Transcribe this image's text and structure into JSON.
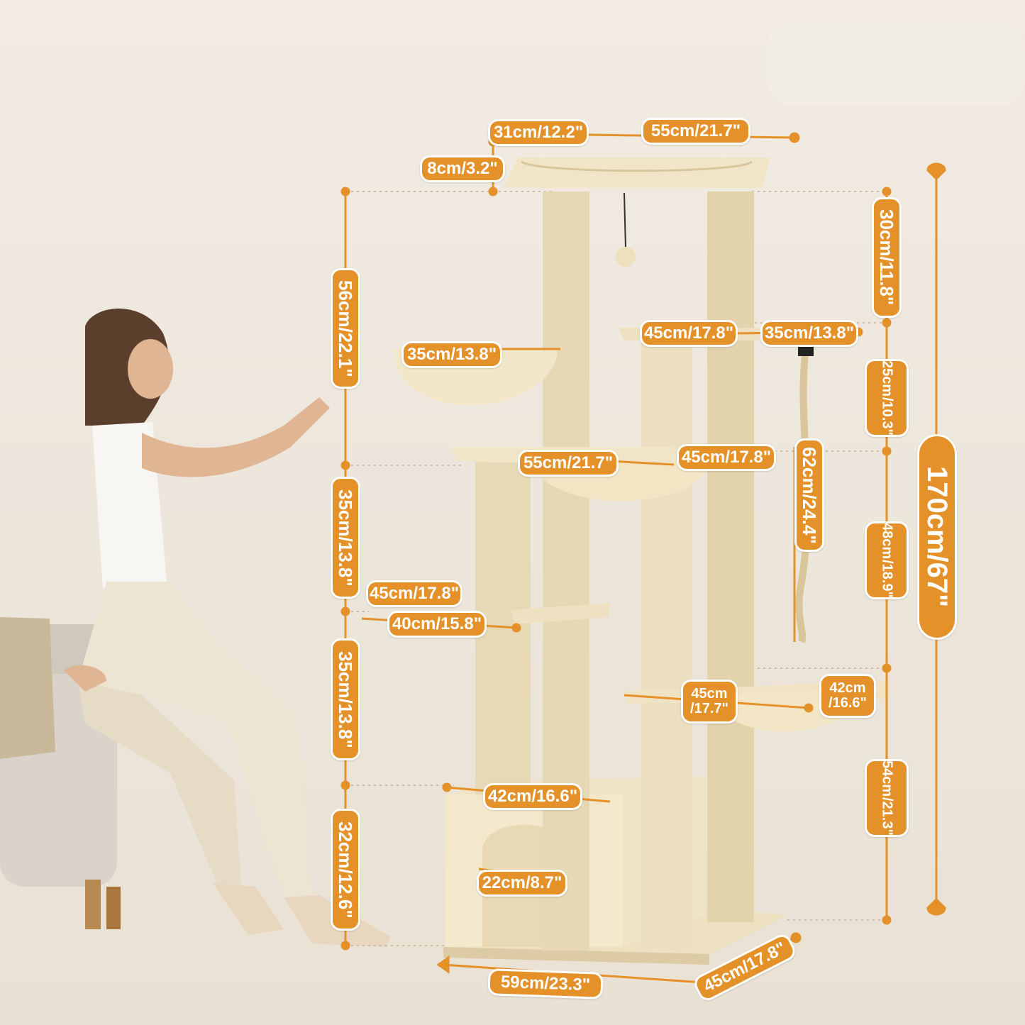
{
  "colors": {
    "accent": "#e4912a",
    "background": "#efe9df",
    "tree": "#efe3c4",
    "post": "#e6d8b4"
  },
  "dimensions": {
    "top_depth": "31cm/12.2\"",
    "top_width": "55cm/21.7\"",
    "top_thickness": "8cm/3.2\"",
    "left_top_height": "56cm/22.1\"",
    "right_top_height": "30cm/11.8\"",
    "left_hammock": "35cm/13.8\"",
    "upper_platform_width": "45cm/17.8\"",
    "upper_platform_depth": "35cm/13.8\"",
    "right_upper_gap_line1": "25cm",
    "right_upper_gap_line2": "/10.3\"",
    "middle_platform_width": "55cm/21.7\"",
    "middle_platform_depth": "45cm/17.8\"",
    "rope_length": "62cm/24.4\"",
    "left_middle_height": "35cm/13.8\"",
    "right_middle_gap_line1": "48cm",
    "right_middle_gap_line2": "/18.9\"",
    "small_step_width": "45cm/17.8\"",
    "small_step_depth": "40cm/15.8\"",
    "left_lower_height": "35cm/13.8\"",
    "lower_hammock_w_line1": "45cm",
    "lower_hammock_w_line2": "/17.7\"",
    "lower_hammock_d_line1": "42cm",
    "lower_hammock_d_line2": "/16.6\"",
    "right_lower_gap_line1": "54cm",
    "right_lower_gap_line2": "/21.3\"",
    "condo_width": "42cm/16.6\"",
    "condo_height": "32cm/12.6\"",
    "condo_door": "22cm/8.7\"",
    "total_height": "170cm/67\"",
    "base_width": "59cm/23.3\"",
    "base_depth": "45cm/17.8\""
  }
}
